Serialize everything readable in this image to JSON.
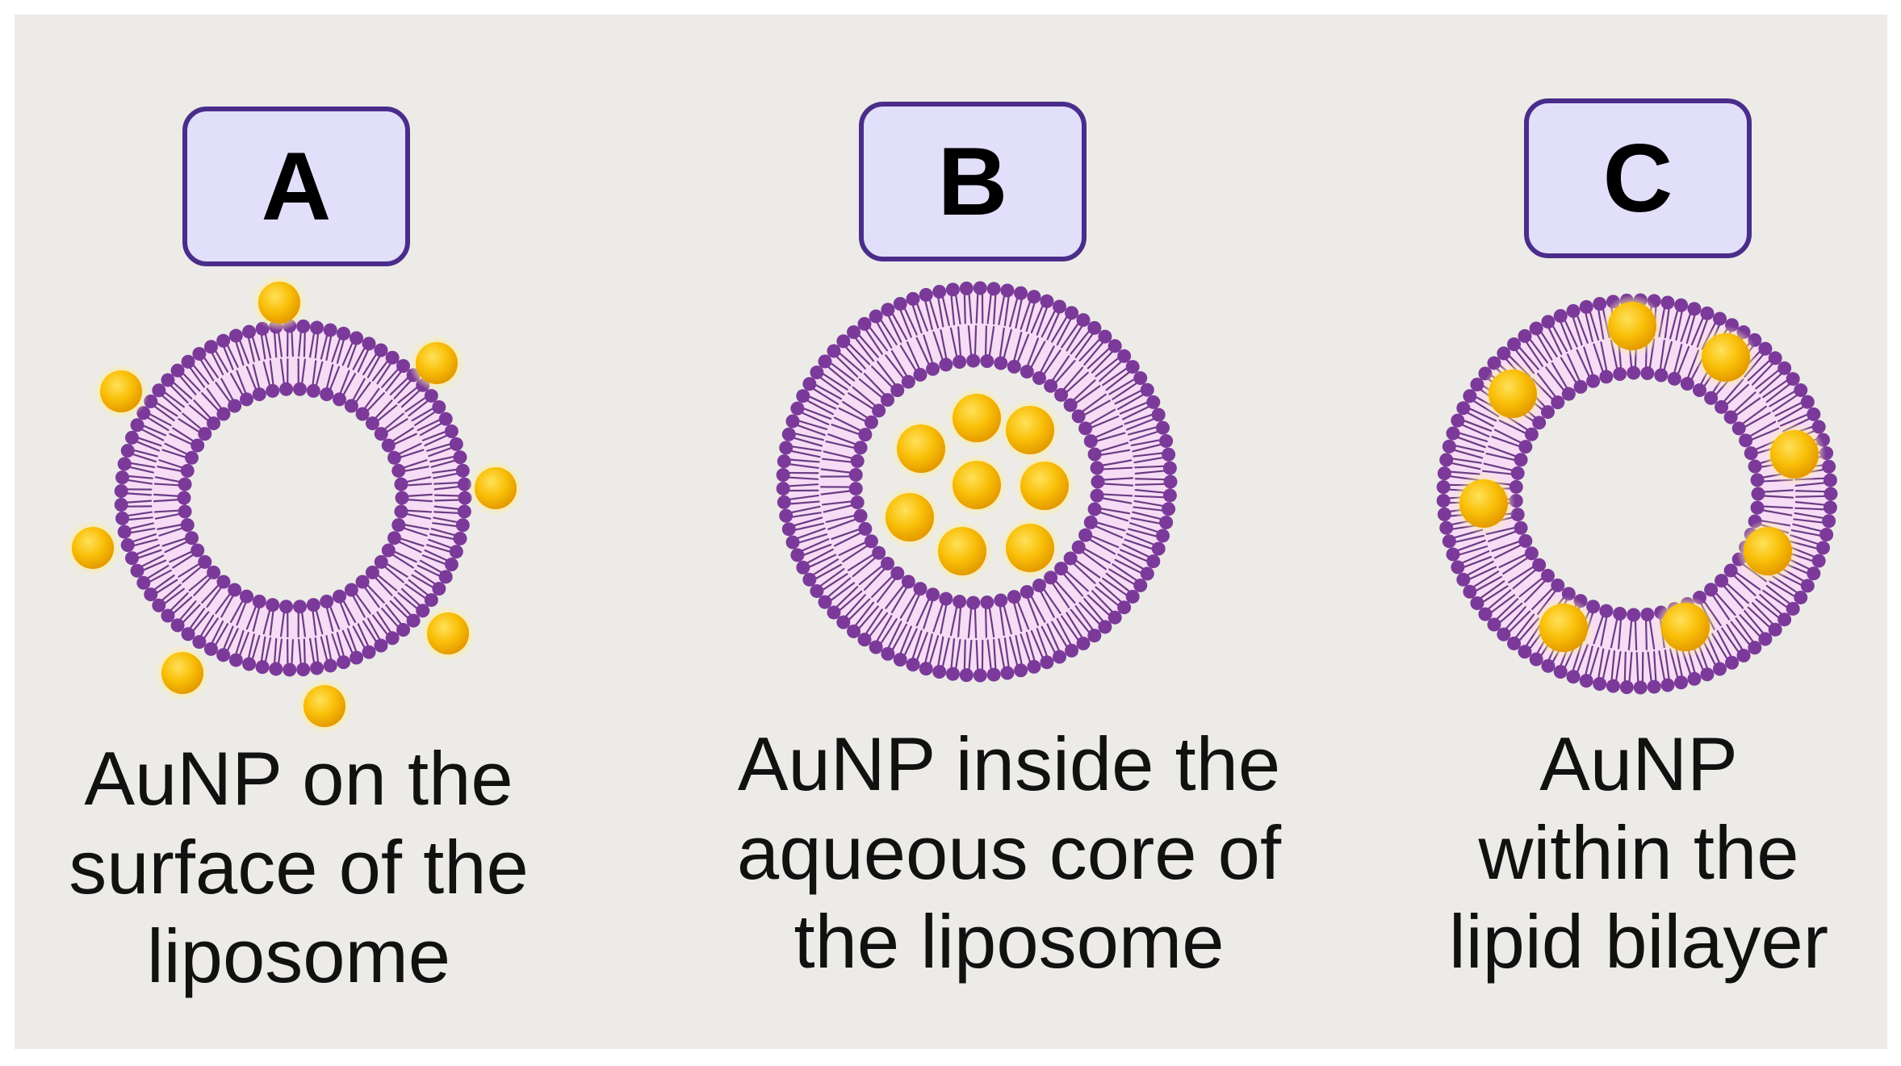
{
  "panels": [
    {
      "letter": "A",
      "caption": "AuNP on the\nsurface of the\nliposome"
    },
    {
      "letter": "B",
      "caption": "AuNP inside the\naqueous core of\nthe liposome"
    },
    {
      "letter": "C",
      "caption": "AuNP\nwithin the\nlipid bilayer"
    }
  ],
  "colors": {
    "background": "#ecebe7",
    "label_fill": "#e2dffa",
    "label_border": "#4a2d8a",
    "lipid_head": "#7b3a9a",
    "lipid_tail": "#6a3c84",
    "bilayer_fill": "#f7dcf5",
    "gold": "#f7b800"
  }
}
